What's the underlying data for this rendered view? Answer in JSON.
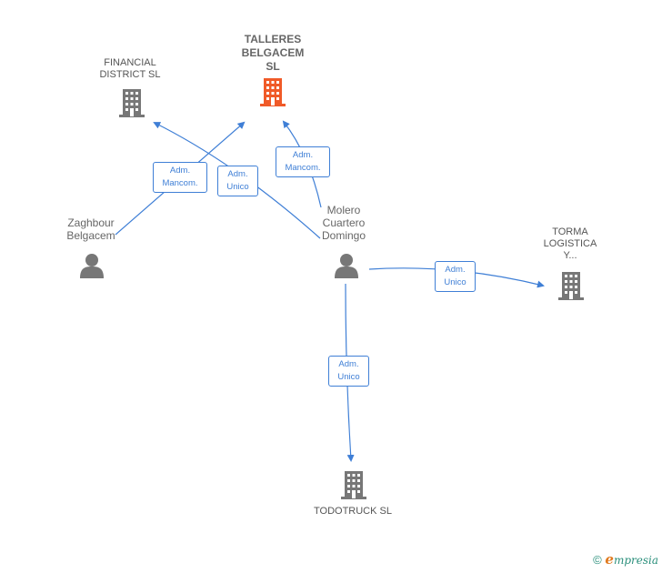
{
  "colors": {
    "edge": "#3f7fd6",
    "company": "#777777",
    "main_company": "#f05a28",
    "person": "#777777"
  },
  "nodes": {
    "talleres": {
      "label_lines": [
        "TALLERES",
        "BELGACEM",
        "SL"
      ],
      "icon": "building-icon"
    },
    "financial": {
      "label_lines": [
        "FINANCIAL",
        "DISTRICT SL"
      ],
      "icon": "building-icon"
    },
    "torma": {
      "label_lines": [
        "TORMA",
        "LOGISTICA",
        "Y..."
      ],
      "icon": "building-icon"
    },
    "todotruck": {
      "label_lines": [
        "TODOTRUCK SL"
      ],
      "icon": "building-icon"
    },
    "zaghbour": {
      "label_lines": [
        "Zaghbour",
        "Belgacem"
      ],
      "icon": "person-icon"
    },
    "molero": {
      "label_lines": [
        "Molero",
        "Cuartero",
        "Domingo"
      ],
      "icon": "person-icon"
    }
  },
  "edges": [
    {
      "id": "zaghbour-talleres",
      "label_lines": [
        "Adm.",
        "Mancom."
      ]
    },
    {
      "id": "molero-financial",
      "label_lines": [
        "Adm.",
        "Unico"
      ]
    },
    {
      "id": "molero-talleres",
      "label_lines": [
        "Adm.",
        "Mancom."
      ]
    },
    {
      "id": "molero-torma",
      "label_lines": [
        "Adm.",
        "Unico"
      ]
    },
    {
      "id": "molero-todotruck",
      "label_lines": [
        "Adm.",
        "Unico"
      ]
    }
  ],
  "footer": {
    "copyright": "©",
    "brand_e": "e",
    "brand_rest": "mpresia"
  }
}
